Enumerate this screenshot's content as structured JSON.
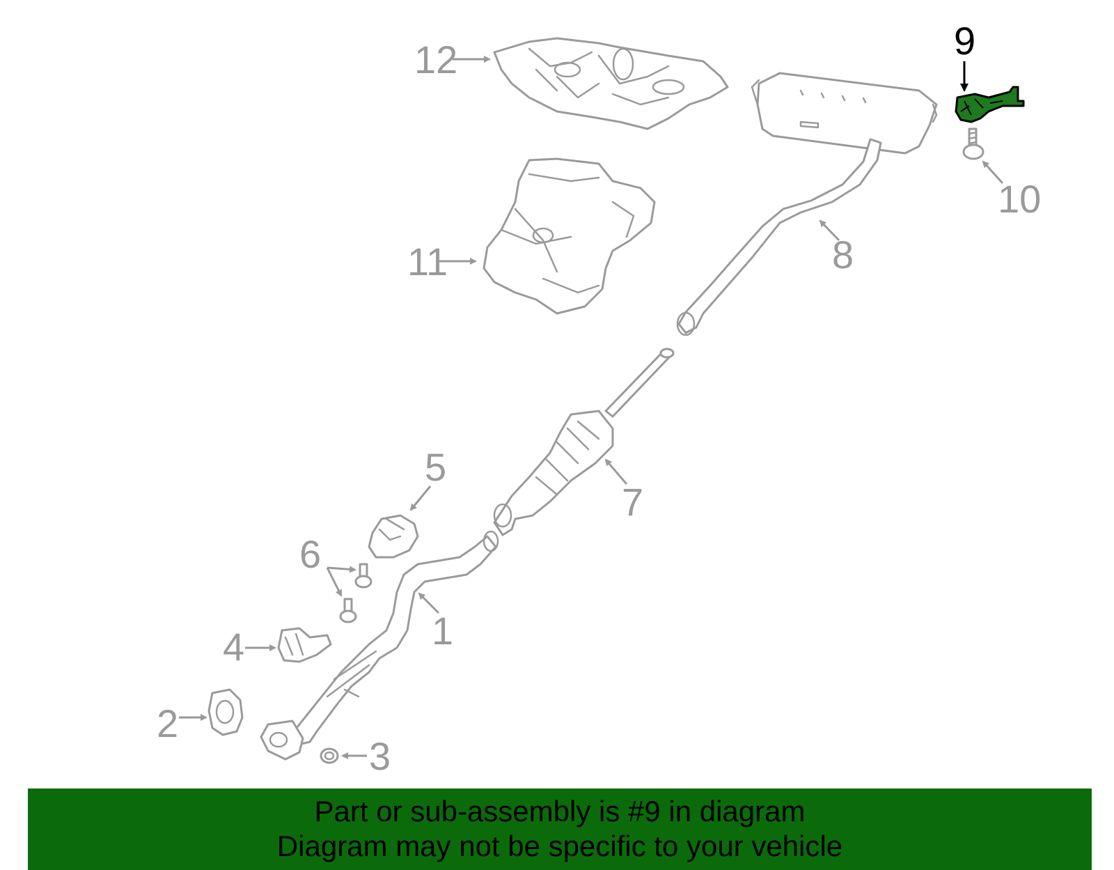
{
  "diagram": {
    "highlight_color": "#1e7a1e",
    "callouts": [
      {
        "id": "1",
        "label": "1"
      },
      {
        "id": "2",
        "label": "2"
      },
      {
        "id": "3",
        "label": "3"
      },
      {
        "id": "4",
        "label": "4"
      },
      {
        "id": "5",
        "label": "5"
      },
      {
        "id": "6",
        "label": "6"
      },
      {
        "id": "7",
        "label": "7"
      },
      {
        "id": "8",
        "label": "8"
      },
      {
        "id": "9",
        "label": "9",
        "highlighted": true
      },
      {
        "id": "10",
        "label": "10"
      },
      {
        "id": "11",
        "label": "11"
      },
      {
        "id": "12",
        "label": "12"
      }
    ]
  },
  "banner": {
    "background": "#0b6b0b",
    "line1": "Part or sub-assembly is #9 in diagram",
    "line2": "Diagram may not be specific to your vehicle"
  }
}
